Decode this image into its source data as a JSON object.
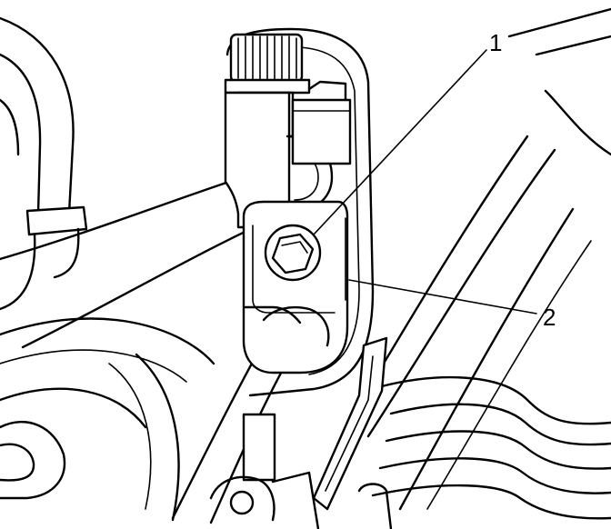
{
  "diagram": {
    "callouts": [
      {
        "id": "callout-1",
        "label": "1"
      },
      {
        "id": "callout-2",
        "label": "2"
      }
    ]
  },
  "colors": {
    "line": "#000000",
    "background": "#ffffff"
  }
}
